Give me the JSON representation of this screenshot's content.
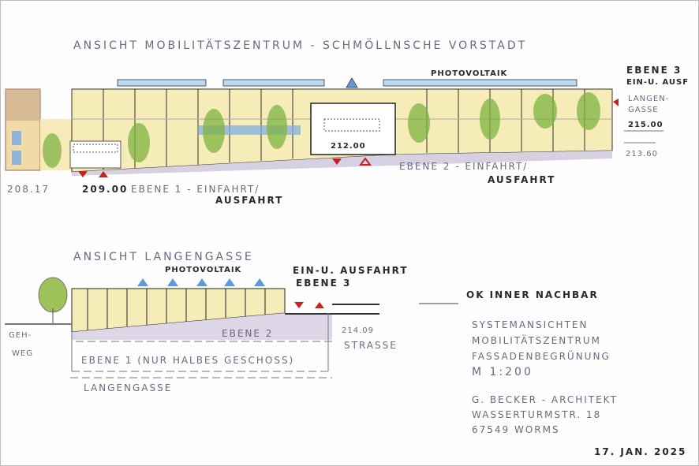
{
  "upper_view": {
    "title": "Ansicht Mobilitätszentrum - Schmöllnsche Vorstadt",
    "photovoltaik": "Photovoltaik",
    "ebene3": "Ebene 3",
    "ebene3_sub": "Ein-u. Ausf",
    "langengasse": [
      "Langen-",
      "gasse"
    ],
    "level_215": "215.00",
    "level_213": "213.60",
    "level_212": "212.00",
    "ebene2": "Ebene 2 - Einfahrt/",
    "ebene2_sub": "Ausfahrt",
    "level_208": "208.17",
    "level_209": "209.00",
    "ebene1": "Ebene 1 - Einfahrt/",
    "ebene1_sub": "Ausfahrt"
  },
  "lower_view": {
    "title": "Ansicht Langengasse",
    "photovoltaik": "Photovoltaik",
    "einausfahrt": "Ein-u. Ausfahrt",
    "ebene3": "Ebene 3",
    "ok_nachbar": "OK inner Nachbar",
    "level_214": "214.09",
    "strasse": "Strasse",
    "gehweg": [
      "Geh-",
      "weg"
    ],
    "ebene2": "Ebene 2",
    "ebene1": "Ebene 1 (nur halbes Geschoss)",
    "street": "Langengasse"
  },
  "legend": {
    "lines": [
      "Systemansichten",
      "Mobilitätszentrum",
      "Fassadenbegrünung",
      "M 1:200"
    ],
    "architect": [
      "G. Becker - Architekt",
      "Wasserturmstr. 18",
      "67549 Worms"
    ],
    "date": "17. Jan. 2025"
  },
  "colors": {
    "ink": "#2b2630",
    "pencil": "#6f6680",
    "green": "#7fb342",
    "yellow": "#f3e7a0",
    "blue": "#5a9ad8",
    "red": "#c8201e"
  }
}
